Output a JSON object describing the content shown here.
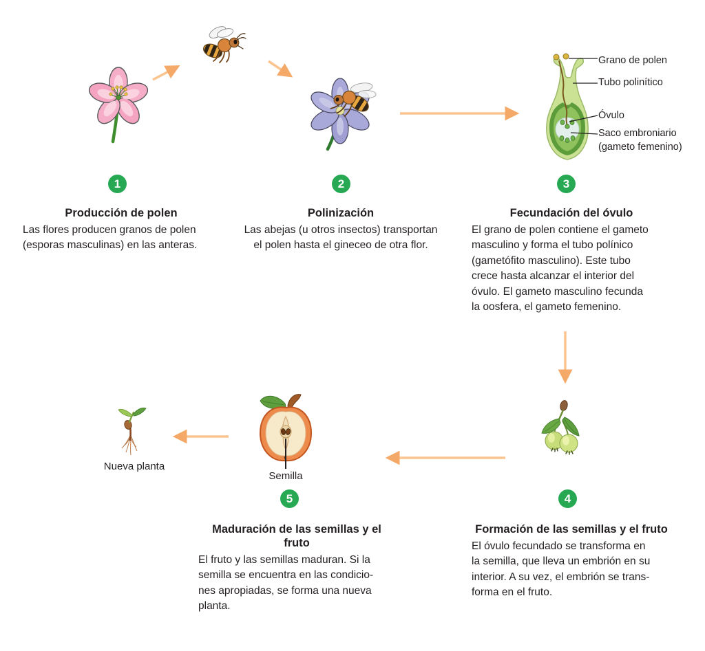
{
  "diagram": {
    "title_implied": "Ciclo de polinización y formación del fruto",
    "badge_color": "#27a853",
    "arrow_shaft_color": "#fac48f",
    "arrow_head_color": "#f4a968",
    "text_color": "#231f20",
    "background_color": "#ffffff"
  },
  "steps": [
    {
      "number": "1",
      "title": "Producción de polen",
      "body": "Las flores producen granos de polen\n(esporas masculinas) en las anteras."
    },
    {
      "number": "2",
      "title": "Polinización",
      "body": "Las abejas (u otros insectos) transportan\nel polen hasta el gineceo de otra flor."
    },
    {
      "number": "3",
      "title": "Fecundación del óvulo",
      "body": "El grano de polen contiene el gameto\nmasculino y forma el tubo polínico\n(gametófito masculino). Este tubo\ncrece hasta alcanzar el interior del\nóvulo. El gameto masculino fecunda\nla oosfera, el gameto femenino."
    },
    {
      "number": "4",
      "title": "Formación de las semillas y el fruto",
      "body": "El óvulo fecundado se transforma en\nla semilla, que lleva un embrión en su\ninterior. A su vez, el embrión se trans-\nforma en el fruto."
    },
    {
      "number": "5",
      "title": "Maduración de las semillas y el fruto",
      "body": "El fruto y las semillas maduran. Si la\nsemilla se encuentra en las condicio-\nnes apropiadas, se forma una nueva\nplanta."
    }
  ],
  "ovule_labels": {
    "grano": "Grano de polen",
    "tubo": "Tubo polinítico",
    "ovulo": "Óvulo",
    "saco": "Saco embroniario\n(gameto femenino)"
  },
  "captions": {
    "semilla": "Semilla",
    "nueva_planta": "Nueva planta"
  }
}
